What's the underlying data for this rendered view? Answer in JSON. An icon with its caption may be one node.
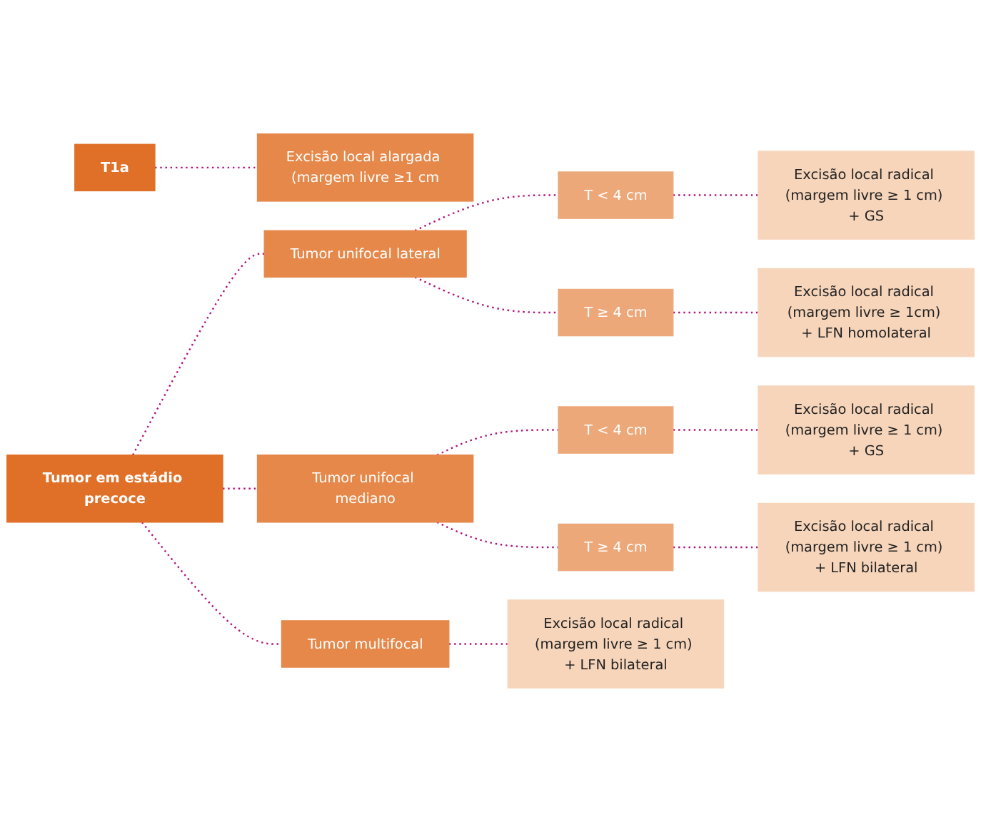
{
  "diagram": {
    "nodes": [
      {
        "text": [
          "T1a"
        ]
      },
      {
        "text": [
          "Excisão local alargada (margem livre ≥1 cm"
        ]
      },
      {
        "text": [
          "Tumor em estádio precoce"
        ]
      },
      {
        "text": [
          "Tumor unifocal lateral"
        ]
      },
      {
        "text": [
          "T < 4 cm"
        ]
      },
      {
        "text": [
          "Excisão local radical (margem livre ≥ 1 cm) + GS"
        ]
      },
      {
        "text": [
          "T ≥ 4 cm"
        ]
      },
      {
        "text": [
          "Excisão local radical (margem livre ≥ 1cm) + LFN homolateral"
        ]
      },
      {
        "text": [
          "Tumor unifocal mediano"
        ]
      },
      {
        "text": [
          "T < 4 cm"
        ]
      },
      {
        "text": [
          "Excisão local radical (margem livre ≥ 1 cm) + GS"
        ]
      },
      {
        "text": [
          "T ≥ 4 cm"
        ]
      },
      {
        "text": [
          "Excisão local radical (margem livre ≥ 1 cm) + LFN bilateral"
        ]
      },
      {
        "text": [
          "Tumor multifocal"
        ]
      },
      {
        "text": [
          "Excisão local radical (margem livre ≥ 1 cm) + LFN bilateral"
        ]
      }
    ],
    "edges": [
      {
        "from": 0,
        "to": 1,
        "arrow": "none",
        "style": "dashed"
      },
      {
        "from": 2,
        "to": 3,
        "arrow": "none",
        "style": "dashed"
      },
      {
        "from": 2,
        "to": 8,
        "arrow": "none",
        "style": "dashed"
      },
      {
        "from": 2,
        "to": 13,
        "arrow": "none",
        "style": "dashed"
      },
      {
        "from": 3,
        "to": 4,
        "arrow": "none",
        "style": "dashed"
      },
      {
        "from": 3,
        "to": 6,
        "arrow": "none",
        "style": "dashed"
      },
      {
        "from": 4,
        "to": 5,
        "arrow": "none",
        "style": "dashed"
      },
      {
        "from": 6,
        "to": 7,
        "arrow": "none",
        "style": "dashed"
      },
      {
        "from": 8,
        "to": 9,
        "arrow": "none",
        "style": "dashed"
      },
      {
        "from": 8,
        "to": 11,
        "arrow": "none",
        "style": "dashed"
      },
      {
        "from": 9,
        "to": 10,
        "arrow": "none",
        "style": "dashed"
      },
      {
        "from": 11,
        "to": 12,
        "arrow": "none",
        "style": "dashed"
      },
      {
        "from": 13,
        "to": 14,
        "arrow": "none",
        "style": "dashed"
      }
    ]
  }
}
